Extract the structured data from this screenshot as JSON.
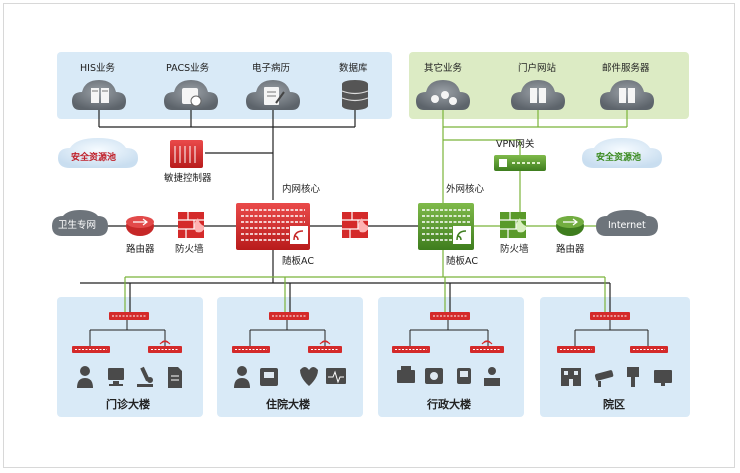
{
  "services_left": [
    "HIS业务",
    "PACS业务",
    "电子病历",
    "数据库"
  ],
  "services_right": [
    "其它业务",
    "门户网站",
    "邮件服务器"
  ],
  "security_pool": "安全资源池",
  "controller": "敏捷控制器",
  "vpn_gateway": "VPN网关",
  "core_internal": "内网核心",
  "core_external": "外网核心",
  "ac_label": "随板AC",
  "health_network": "卫生专网",
  "internet": "Internet",
  "router": "路由器",
  "firewall": "防火墙",
  "buildings": [
    "门诊大楼",
    "住院大楼",
    "行政大楼",
    "院区"
  ],
  "colors": {
    "blue_panel": "#d9eaf7",
    "green_panel": "#dcebc4",
    "network_red": "#d42a2a",
    "network_green": "#5a9a2a",
    "pool_red": "#c0202a",
    "pool_green": "#3a8a1f"
  }
}
